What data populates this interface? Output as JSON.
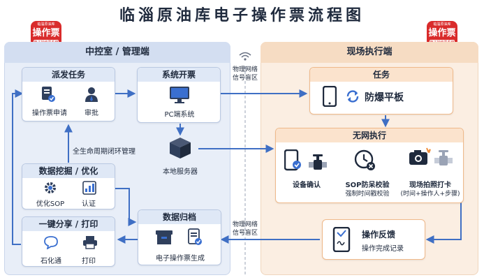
{
  "title": "临淄原油库电子操作票流程图",
  "logo": {
    "top": "临淄原油库",
    "main": "操作票",
    "bottom": "电子操作票系统"
  },
  "left_panel": {
    "title": "中控室 / 管理端"
  },
  "right_panel": {
    "title": "现场执行端"
  },
  "dispatch": {
    "title": "派发任务",
    "item1": "操作票申请",
    "item2": "审批"
  },
  "issue": {
    "title": "系统开票",
    "item1": "PC端系统"
  },
  "server": {
    "label": "本地服务器"
  },
  "lifecycle": {
    "label": "全生命周期闭环管理"
  },
  "mining": {
    "title": "数据挖掘 / 优化",
    "item1": "优化SOP",
    "item2": "认证"
  },
  "share": {
    "title": "一键分享 / 打印",
    "item1": "石化通",
    "item2": "打印"
  },
  "archive": {
    "title": "数据归档",
    "item1": "电子操作票生成"
  },
  "network_top": {
    "line1": "物理网络",
    "line2": "信号盲区"
  },
  "network_bottom": {
    "line1": "物理网络",
    "line2": "信号盲区"
  },
  "task": {
    "title": "任务",
    "item1": "防爆平板"
  },
  "offline": {
    "title": "无网执行",
    "step1": "设备确认",
    "step2": "SOP防呆校验",
    "step2_sub": "强制时间戳校验",
    "step3": "现场拍照打卡",
    "step3_sub": "(时间+操作人+步骤)"
  },
  "feedback": {
    "title": "操作反馈",
    "sub": "操作完成记录"
  },
  "colors": {
    "accent_blue": "#3a6fd0",
    "accent_orange": "#ef8d3a",
    "logo_red": "#d92b2b",
    "arrow": "#3f6fc4"
  },
  "icons": [
    "document-check-icon",
    "approver-user-icon",
    "monitor-icon",
    "server-cube-icon",
    "gear-icon",
    "chart-icon",
    "chat-bubble-icon",
    "printer-icon",
    "archive-box-icon",
    "document-icon",
    "wifi-signal-icon",
    "tablet-icon",
    "sync-icon",
    "tablet-check-icon",
    "valve-icon",
    "clock-x-icon",
    "camera-icon",
    "signature-tablet-icon"
  ]
}
